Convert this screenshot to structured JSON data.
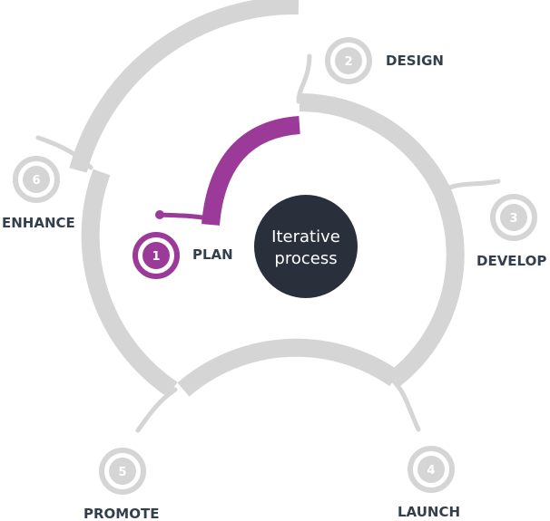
{
  "center": {
    "line1": "Iterative",
    "line2": "process"
  },
  "colors": {
    "ring": "#d5d5d5",
    "accent": "#9b3a99",
    "label": "#333f4d",
    "center_bg": "#2a303b",
    "center_text": "#ffffff",
    "inactive_num": "#ffffff"
  },
  "stages": [
    {
      "number": "1",
      "label": "PLAN",
      "active": true
    },
    {
      "number": "2",
      "label": "DESIGN",
      "active": false
    },
    {
      "number": "3",
      "label": "DEVELOP",
      "active": false
    },
    {
      "number": "4",
      "label": "LAUNCH",
      "active": false
    },
    {
      "number": "5",
      "label": "PROMOTE",
      "active": false
    },
    {
      "number": "6",
      "label": "ENHANCE",
      "active": false
    }
  ]
}
